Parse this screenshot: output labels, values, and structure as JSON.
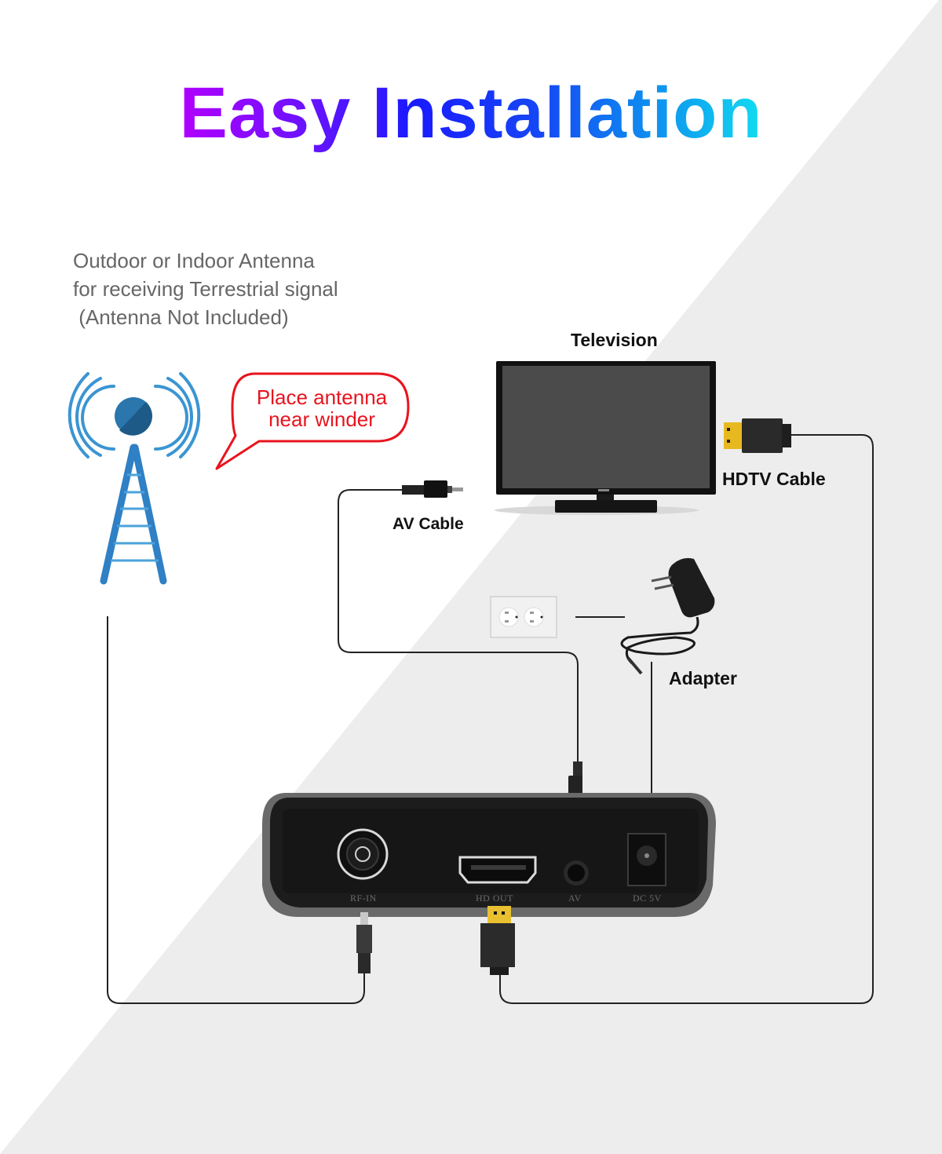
{
  "title": "Easy Installation",
  "colors": {
    "title_gradient": [
      "#b100ff",
      "#6a12ff",
      "#1a1aff",
      "#1548f5",
      "#0d93ef",
      "#12dcf0"
    ],
    "background_light": "#ffffff",
    "background_gray": "#ededed",
    "antenna_blue": "#3a8fd0",
    "bubble_red": "#e8141e",
    "cable": "#222222"
  },
  "antenna": {
    "caption_lines": [
      "Outdoor or Indoor Antenna",
      "for receiving Terrestrial signal",
      " (Antenna Not Included)"
    ],
    "icon": "antenna-tower-icon",
    "callout": {
      "line1": "Place antenna",
      "line2": "near winder"
    }
  },
  "components": {
    "television": {
      "label": "Television",
      "icon": "television-icon"
    },
    "hdtv_cable": {
      "label": "HDTV Cable",
      "icon": "hdmi-plug-icon"
    },
    "av_cable": {
      "label": "AV Cable",
      "icon": "rca-plug-icon"
    },
    "wall_outlet": {
      "icon": "wall-outlet-icon"
    },
    "adapter": {
      "label": "Adapter",
      "icon": "power-adapter-icon"
    }
  },
  "receiver_box": {
    "icon": "set-top-box-icon",
    "ports": [
      {
        "label": "RF-IN"
      },
      {
        "label": "HD OUT"
      },
      {
        "label": "AV"
      },
      {
        "label": "DC 5V"
      }
    ]
  }
}
